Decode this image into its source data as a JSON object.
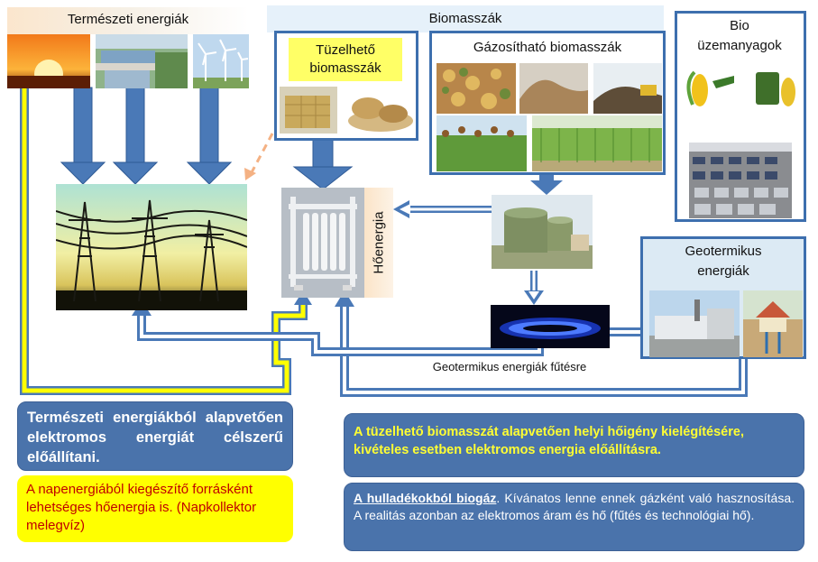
{
  "natural": {
    "title": "Természeti energiák",
    "images": [
      "sunset-photo",
      "hydro-dam-photo",
      "wind-turbines-photo"
    ]
  },
  "biomass": {
    "title": "Biomasszák",
    "combustible": {
      "title": "Tüzelhető biomasszák"
    },
    "gasifiable": {
      "title": "Gázosítható biomasszák"
    }
  },
  "biofuel": {
    "title": "Bio üzemanyagok"
  },
  "geothermal": {
    "title": "Geotermikus energiák",
    "heating_label": "Geotermikus energiák fűtésre"
  },
  "heat": {
    "label": "Hőenergia"
  },
  "text_boxes": {
    "electric": "Természeti energiákból alapvetően elektromos energiát célszerű előállítani.",
    "solar": "A napenergiából kiegészítő forrásként lehetséges hőenergia is. (Napkollektor melegvíz)",
    "biomass_use": "A tüzelhető biomasszát alapvetően helyi hőigény kielégítésére, kivételes esetben elektromos energia előállításra.",
    "biogas_title": "A hulladékokból biogáz",
    "biogas_body": ". Kívánatos lenne ennek gázként való hasznosítása. A realitás azonban az  elektromos áram és hő (fűtés és technológiai hő)."
  },
  "colors": {
    "arrow_blue": "#4a79b7",
    "dark_blue": "#3d6fae",
    "panel_blue": "#4a73ab",
    "yellow": "#ffff00",
    "yellow_text": "#ffff33",
    "red_text": "#c00000"
  }
}
